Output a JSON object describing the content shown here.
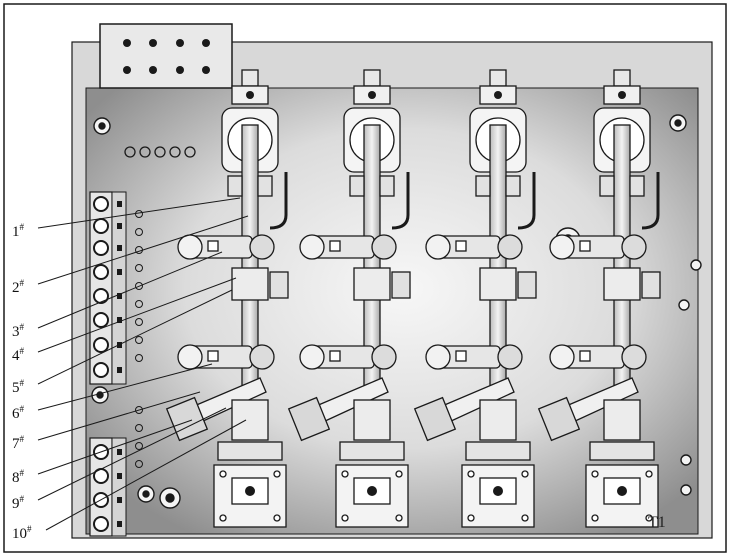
{
  "callouts": [
    {
      "num": "1",
      "mark": "#"
    },
    {
      "num": "2",
      "mark": "#"
    },
    {
      "num": "3",
      "mark": "#"
    },
    {
      "num": "4",
      "mark": "#"
    },
    {
      "num": "5",
      "mark": "#"
    },
    {
      "num": "6",
      "mark": "#"
    },
    {
      "num": "7",
      "mark": "#"
    },
    {
      "num": "8",
      "mark": "#"
    },
    {
      "num": "9",
      "mark": "#"
    },
    {
      "num": "10",
      "mark": "#"
    }
  ],
  "figure_label": "T1",
  "colors": {
    "line": "#1a1a1a",
    "plate_light": "#f2f2f2",
    "plate_dark": "#9a9a9a",
    "part_fill": "#e4e4e4"
  }
}
